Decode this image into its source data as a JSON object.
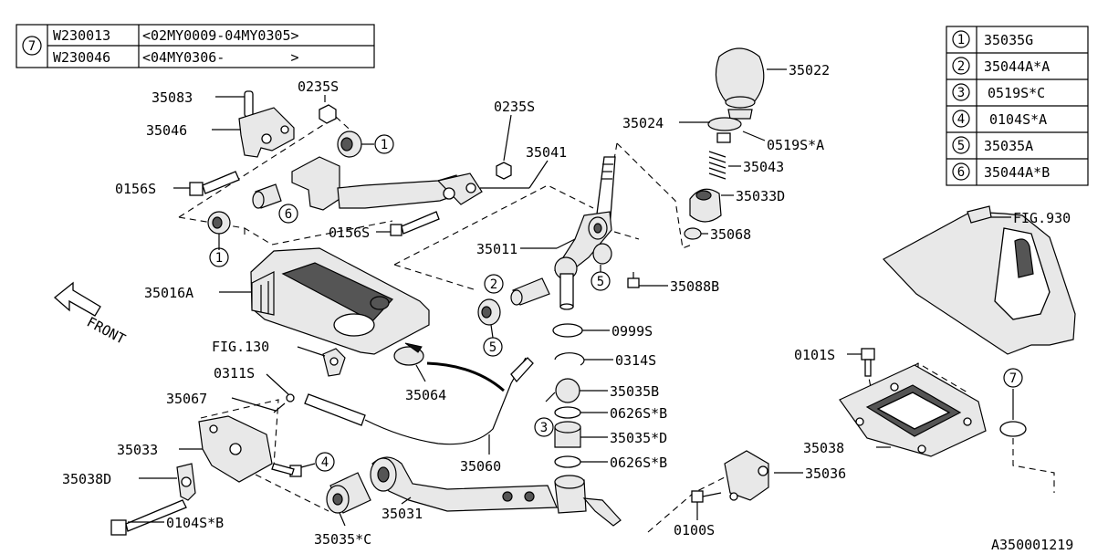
{
  "note_table": {
    "marker": "7",
    "rows": [
      {
        "code": "W230013",
        "range": "<02MY0009-04MY0305>"
      },
      {
        "code": "W230046",
        "range": "<04MY0306-        >"
      }
    ]
  },
  "legend_table": {
    "rows": [
      {
        "marker": "1",
        "part": "35035G"
      },
      {
        "marker": "2",
        "part": "35044A*A"
      },
      {
        "marker": "3",
        "part": "0519S*C"
      },
      {
        "marker": "4",
        "part": "0104S*A"
      },
      {
        "marker": "5",
        "part": "35035A"
      },
      {
        "marker": "6",
        "part": "35044A*B"
      }
    ]
  },
  "front_label": "FRONT",
  "diagram_id": "A350001219",
  "callouts": {
    "p35083": "35083",
    "p0235s_a": "0235S",
    "p35046": "35046",
    "p0156s_a": "0156S",
    "p0235s_b": "0235S",
    "p35041": "35041",
    "p0156s_b": "0156S",
    "p35011": "35011",
    "p35016a": "35016A",
    "p35022": "35022",
    "p35024": "35024",
    "p0519sa": "0519S*A",
    "p35043": "35043",
    "p35033d": "35033D",
    "p35068": "35068",
    "p35088b": "35088B",
    "p0999s": "0999S",
    "p0314s": "0314S",
    "p35035b": "35035B",
    "p0626sb_a": "0626S*B",
    "p35035d": "35035*D",
    "p0626sb_b": "0626S*B",
    "fig130": "FIG.130",
    "p0311s": "0311S",
    "p35067": "35067",
    "p35064": "35064",
    "p35033": "35033",
    "p35038d": "35038D",
    "p0104sb": "0104S*B",
    "p35060": "35060",
    "p35031": "35031",
    "p35035c": "35035*C",
    "fig930": "FIG.930",
    "p0101s": "0101S",
    "p35038": "35038",
    "p35036": "35036",
    "p0100s": "0100S"
  },
  "markers": {
    "m1a": "1",
    "m6": "6",
    "m1b": "1",
    "m2": "2",
    "m5a": "5",
    "m5b": "5",
    "m3": "3",
    "m4": "4",
    "m7": "7"
  }
}
